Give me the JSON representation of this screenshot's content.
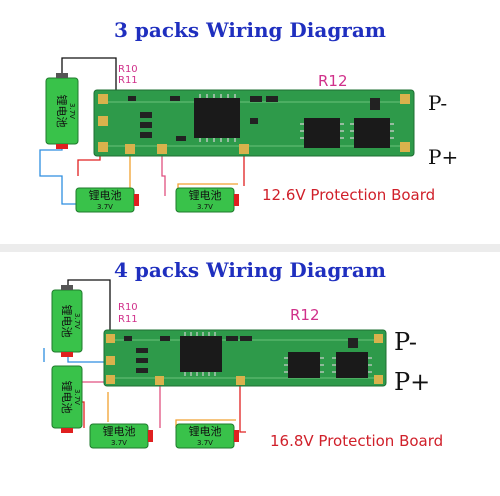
{
  "top": {
    "title": "3 packs Wiring Diagram",
    "resistor_labels": [
      "R10",
      "R11"
    ],
    "r12_label": "R12",
    "terminal_minus": "P-",
    "terminal_plus": "P+",
    "battery_label": "锂电池",
    "battery_voltage": "3.7V",
    "board_caption": "12.6V Protection Board"
  },
  "bottom": {
    "title": "4 packs Wiring Diagram",
    "resistor_labels": [
      "R10",
      "R11"
    ],
    "r12_label": "R12",
    "terminal_minus": "P-",
    "terminal_plus": "P+",
    "battery_label": "锂电池",
    "battery_voltage": "3.7V",
    "board_caption": "16.8V Protection Board"
  },
  "colors": {
    "title": "#1f2fbf",
    "pcb": "#2e9a4a",
    "battery": "#39c24a",
    "magenta_label": "#d0308a",
    "caption": "#d0202a",
    "wire_black": "#111111",
    "wire_blue": "#2e8ee0",
    "wire_orange": "#f0a030",
    "wire_pink": "#e05080",
    "wire_red": "#e02020"
  }
}
